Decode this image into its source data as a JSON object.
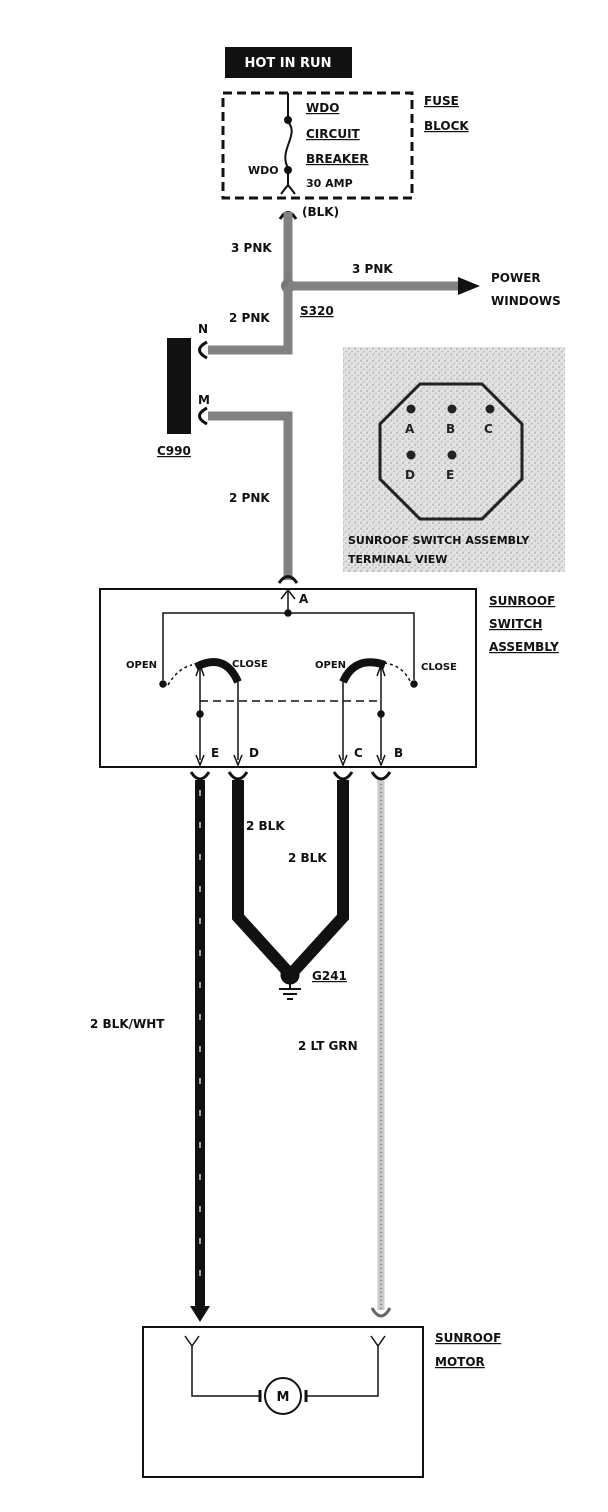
{
  "header": {
    "hot_in_run": "HOT IN RUN"
  },
  "fuse_block": {
    "breaker_line1": "WDO",
    "breaker_line2": "CIRCUIT",
    "breaker_line3": "BREAKER",
    "rating": "30 AMP",
    "terminal_label": "WDO",
    "title_line1": "FUSE",
    "title_line2": "BLOCK",
    "output_color": "(BLK)"
  },
  "wires": {
    "feed": "3 PNK",
    "branch": "3 PNK",
    "to_connector": "2 PNK",
    "to_switch": "2 PNK",
    "ground_left": "2 BLK",
    "ground_right": "2 BLK",
    "motor_left": "2 BLK/WHT",
    "motor_right": "2 LT GRN"
  },
  "splice": {
    "label": "S320"
  },
  "power_windows": {
    "line1": "POWER",
    "line2": "WINDOWS"
  },
  "connector": {
    "label": "C990",
    "pin_n": "N",
    "pin_m": "M"
  },
  "terminal_view": {
    "pins": [
      "A",
      "B",
      "C",
      "D",
      "E"
    ],
    "caption_line1": "SUNROOF SWITCH ASSEMBLY",
    "caption_line2": "TERMINAL VIEW"
  },
  "switch_assembly": {
    "title_line1": "SUNROOF",
    "title_line2": "SWITCH",
    "title_line3": "ASSEMBLY",
    "terminal_a": "A",
    "open_left": "OPEN",
    "close_left": "CLOSE",
    "open_right": "OPEN",
    "close_right": "CLOSE",
    "terminal_e": "E",
    "terminal_d": "D",
    "terminal_c": "C",
    "terminal_b": "B"
  },
  "ground": {
    "label": "G241"
  },
  "motor": {
    "title_line1": "SUNROOF",
    "title_line2": "MOTOR",
    "symbol": "M"
  },
  "colors": {
    "pnk_wire": "#808080",
    "blk_wire": "#111111",
    "ltgrn_wire": "#c9c9c9",
    "terminal_bg": "#d6d6d6"
  }
}
